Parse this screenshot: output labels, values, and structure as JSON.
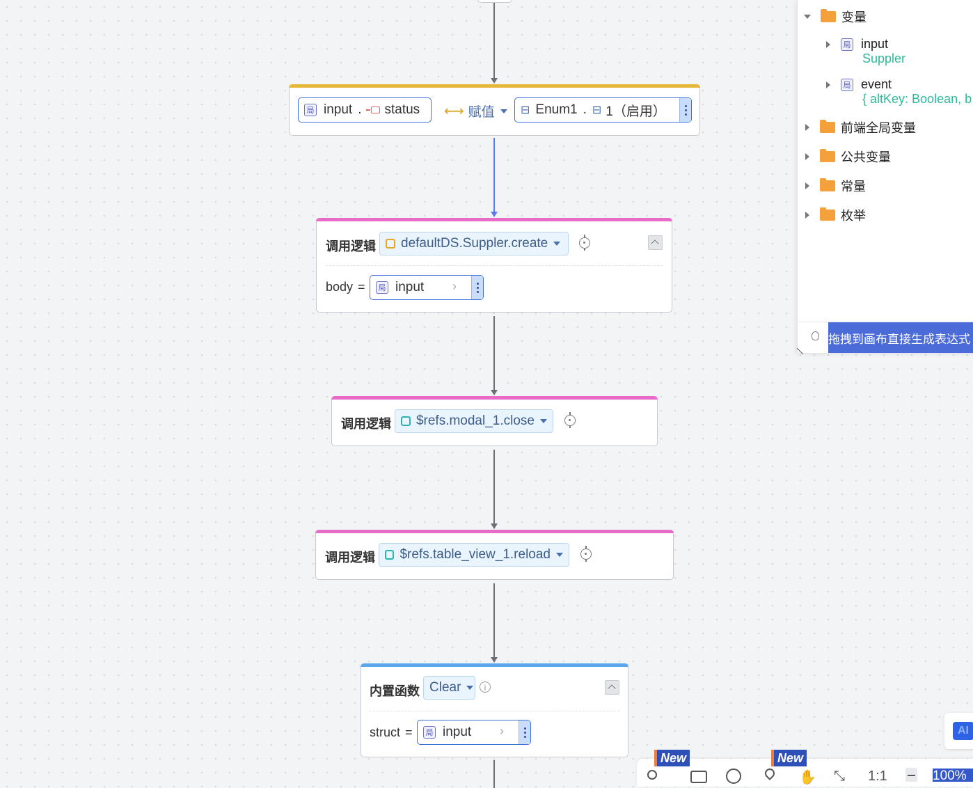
{
  "nodes": {
    "assign": {
      "left_var": "input",
      "dot": ".",
      "left_field": "status",
      "op_label": "赋值",
      "right_enum": "Enum1",
      "right_value": "1（启用）",
      "colors": {
        "bar": "#e6b93a"
      }
    },
    "call1": {
      "label": "调用逻辑",
      "logic": "defaultDS.Suppler.create",
      "param_name": "body",
      "equals": "=",
      "param_value": "input",
      "bar_color": "#e86bc8"
    },
    "call2": {
      "label": "调用逻辑",
      "logic": "$refs.modal_1.close",
      "bar_color": "#e86bc8"
    },
    "call3": {
      "label": "调用逻辑",
      "logic": "$refs.table_view_1.reload",
      "bar_color": "#e86bc8"
    },
    "builtin": {
      "label": "内置函数",
      "func": "Clear",
      "param_name": "struct",
      "equals": "=",
      "param_value": "input",
      "bar_color": "#5aa6ef"
    }
  },
  "var_badge": "局",
  "panel": {
    "root": "变量",
    "items": [
      {
        "name": "input",
        "type": "Suppler"
      },
      {
        "name": "event",
        "type": "{ altKey: Boolean, b"
      }
    ],
    "folders": [
      "前端全局变量",
      "公共变量",
      "常量",
      "枚举"
    ],
    "tip": "拖拽到画布直接生成表达式"
  },
  "toolbar": {
    "new_tag": "New",
    "ratio": "1:1",
    "zoom": "100%",
    "ai": "AI"
  }
}
